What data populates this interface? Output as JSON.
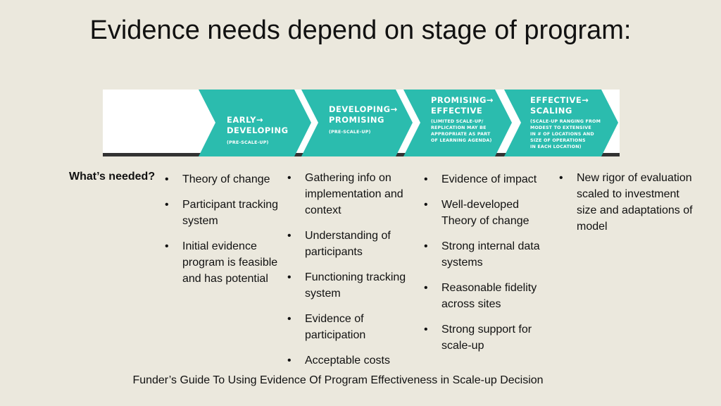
{
  "title": "Evidence needs depend on stage of program:",
  "colors": {
    "teal": "#2bbcae",
    "background": "#ebe8dd",
    "banner_bg": "#ffffff",
    "bar": "#333333"
  },
  "stages": [
    {
      "head": "EARLY→\nDEVELOPING",
      "sub": "(PRE-SCALE-UP)"
    },
    {
      "head": "DEVELOPING→\nPROMISING",
      "sub": "(PRE-SCALE-UP)"
    },
    {
      "head": "PROMISING→\nEFFECTIVE",
      "sub": "(LIMITED SCALE-UP/\nREPLICATION MAY BE\nAPPROPRIATE AS PART\nOF LEARNING AGENDA)"
    },
    {
      "head": "EFFECTIVE→\nSCALING",
      "sub": "(SCALE-UP RANGING FROM\nMODEST TO EXTENSIVE\nIN # OF LOCATIONS AND\nSIZE OF OPERATIONS\nIN EACH LOCATION)"
    }
  ],
  "needed_label": "What’s needed?",
  "columns": [
    [
      "Theory of change",
      "Participant tracking system",
      "Initial evidence program is feasible and has potential"
    ],
    [
      "Gathering info on implementation and context",
      "Understanding of participants",
      "Functioning tracking system",
      "Evidence of participation",
      "Acceptable costs"
    ],
    [
      "Evidence of impact",
      "Well-developed Theory of change",
      "Strong internal data systems",
      "Reasonable fidelity across sites",
      "Strong support for scale-up"
    ],
    [
      "New rigor of evaluation scaled to investment size and adaptations of model"
    ]
  ],
  "footer": "Funder’s Guide To Using Evidence Of Program Effectiveness in Scale-up Decision"
}
